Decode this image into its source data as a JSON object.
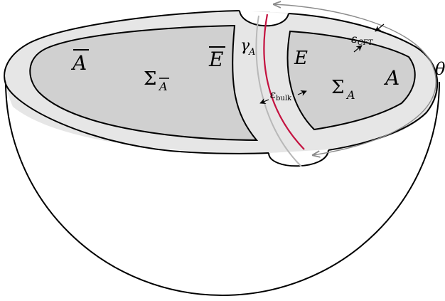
{
  "labels": {
    "a_bar": "A",
    "sigma_a_bar_main": "Σ",
    "sigma_a_bar_sub": "A",
    "e_bar": "E",
    "gamma_main": "γ",
    "gamma_sub": "A",
    "e": "E",
    "epsilon_cft_main": "ε",
    "epsilon_cft_sub": "CFT",
    "sigma_a_main": "Σ",
    "sigma_a_sub": "A",
    "a": "A",
    "theta": "θ",
    "epsilon_bulk_main": "ε",
    "epsilon_bulk_sub": "bulk"
  },
  "colors": {
    "outer_ring": "#e6e6e6",
    "inner_region": "#d0d0d0",
    "rt_surface": "#c41240",
    "gray_curve": "#b8b8b8",
    "theta_arrow": "#8c8c8c",
    "stroke": "#000000"
  }
}
